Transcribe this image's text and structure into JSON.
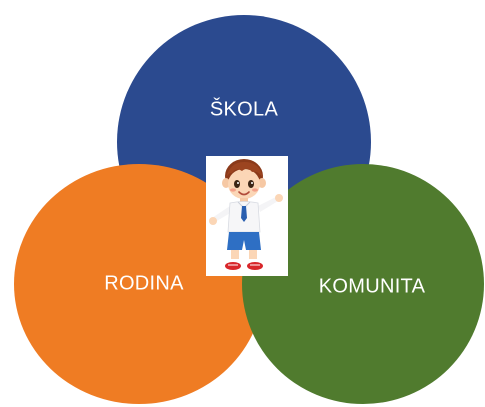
{
  "circles": [
    {
      "id": "skola",
      "label": "ŠKOLA",
      "color": "#2b4a8f"
    },
    {
      "id": "rodina",
      "label": "RODINA",
      "color": "#ef7c23"
    },
    {
      "id": "komunita",
      "label": "KOMUNITA",
      "color": "#507b2e"
    }
  ],
  "center_image": {
    "icon": "child-icon"
  },
  "colors": {
    "background": "#ffffff",
    "label_text": "#ffffff"
  }
}
